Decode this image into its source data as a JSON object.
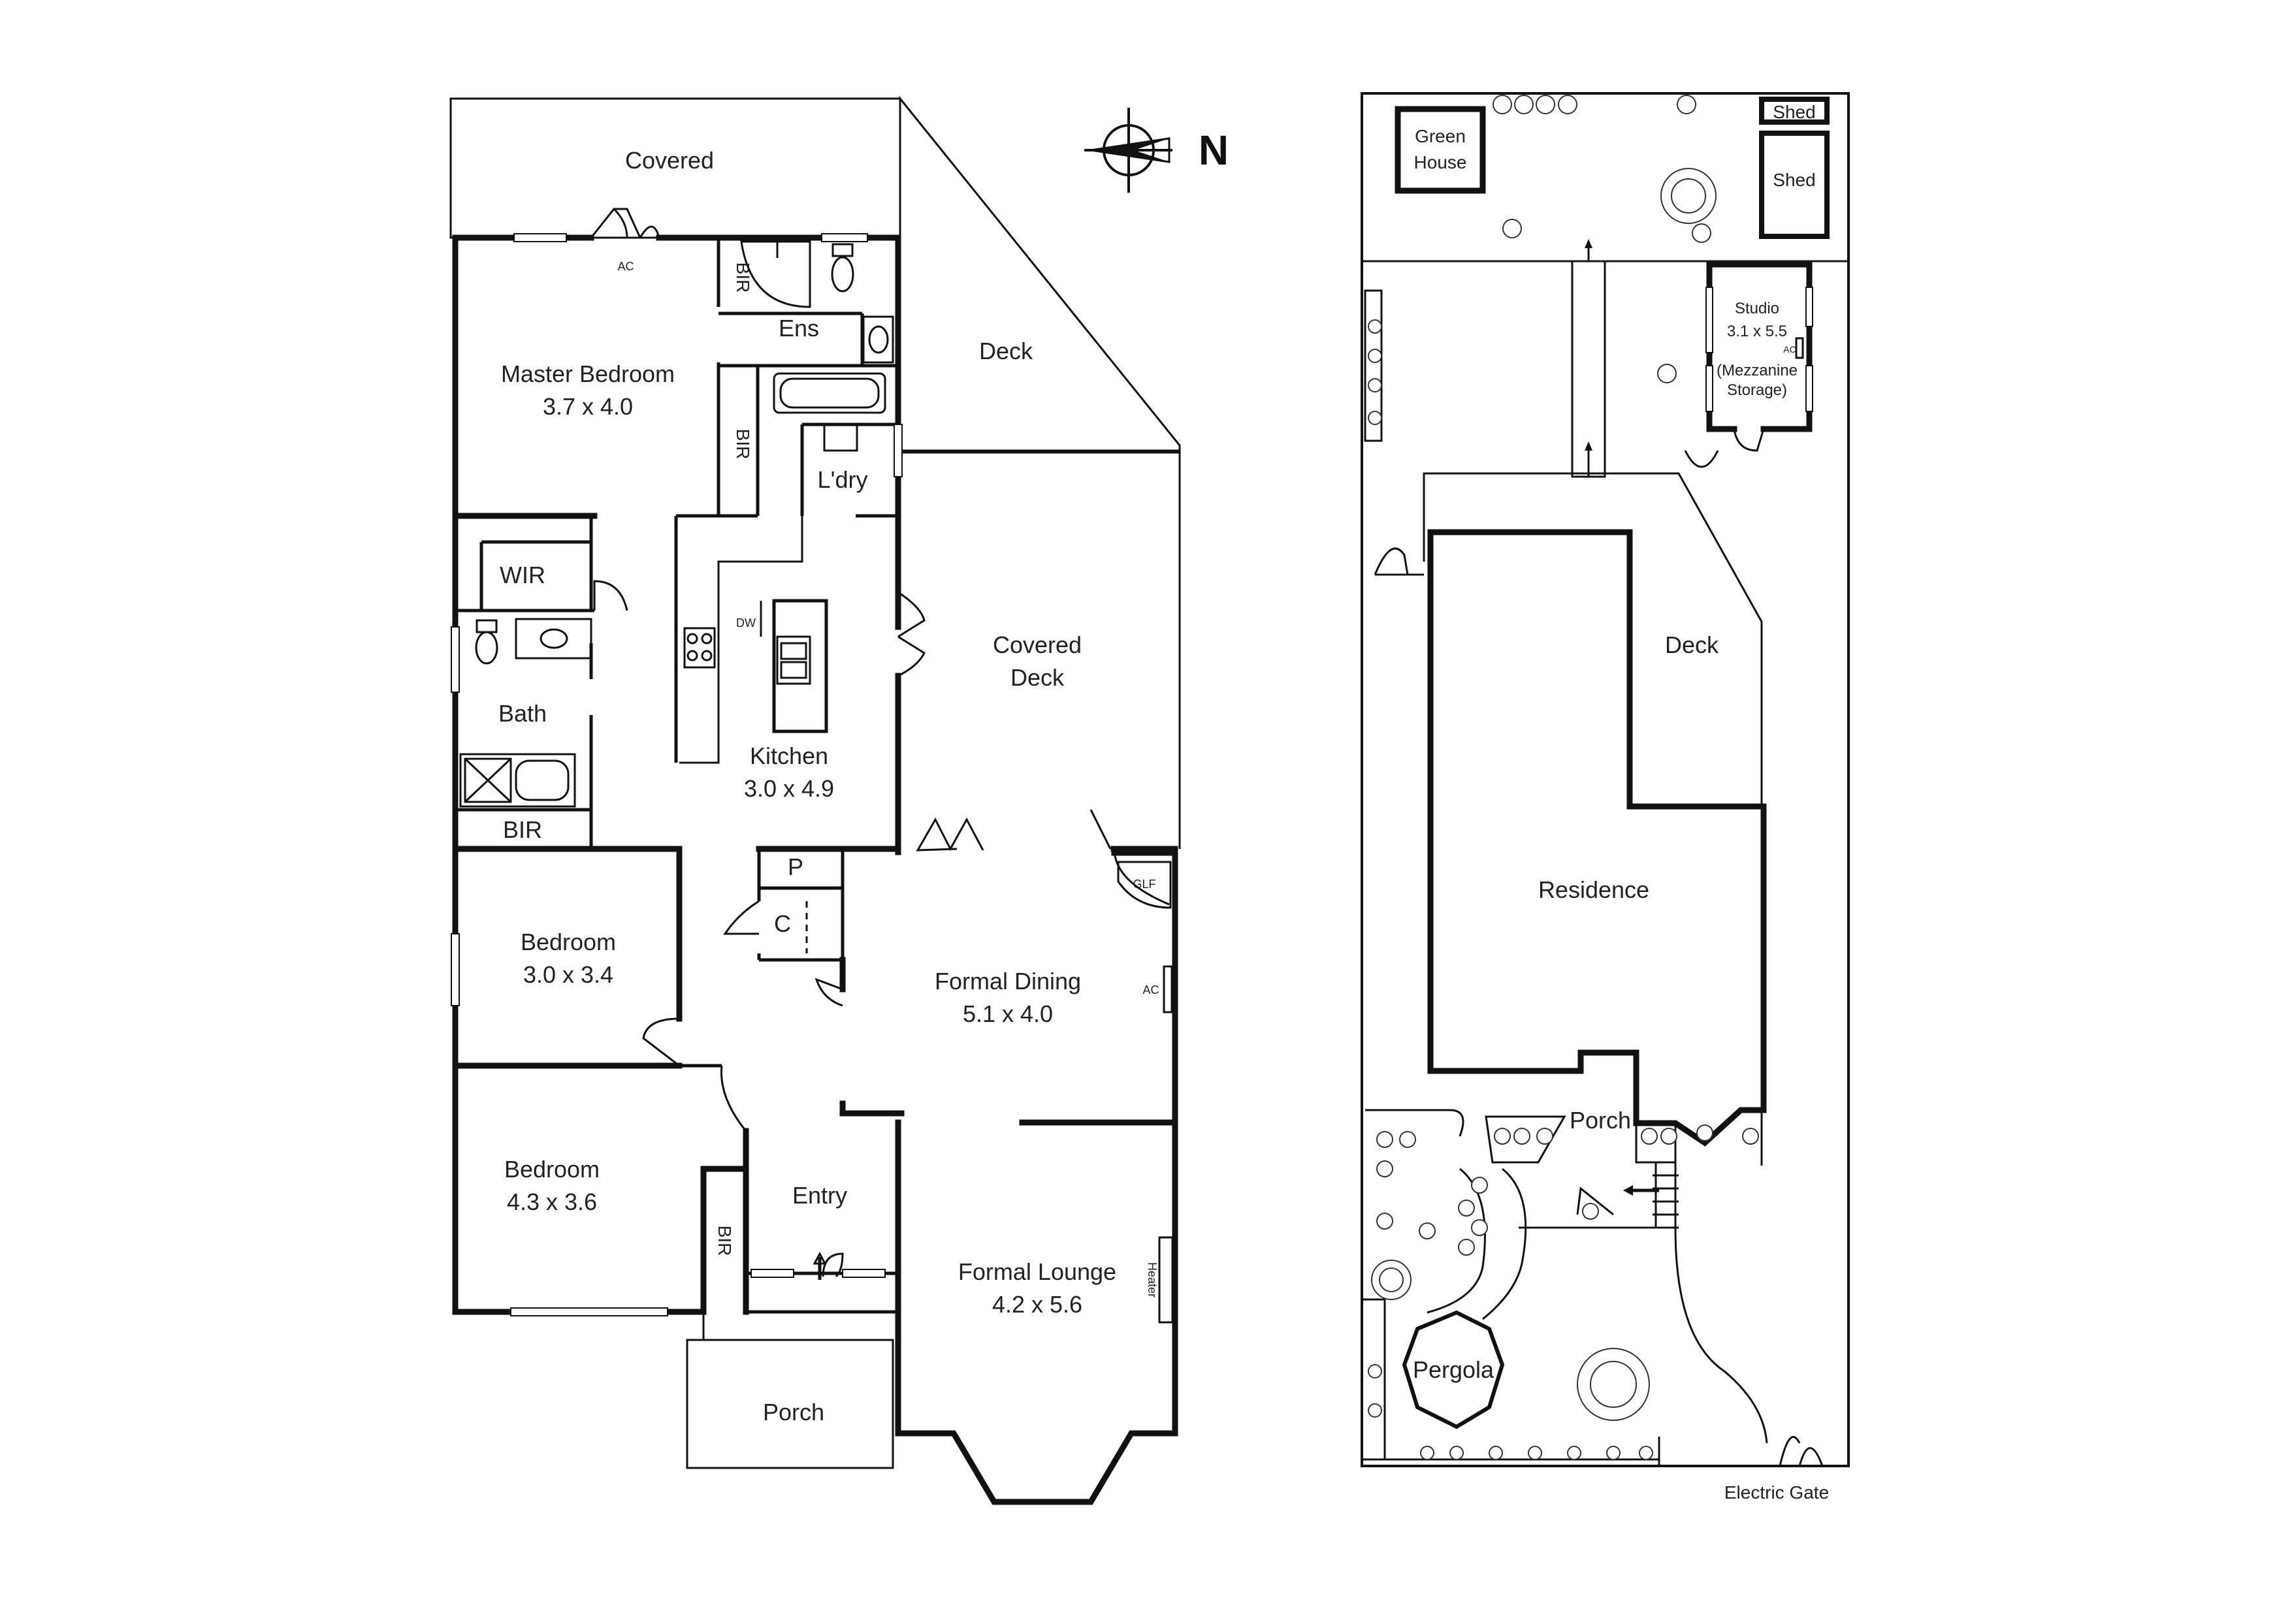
{
  "house_plan": {
    "rooms": {
      "covered": "Covered",
      "master_bedroom": "Master Bedroom",
      "master_bedroom_size": "3.7 x 4.0",
      "bir_top": "BIR",
      "ens": "Ens",
      "bir_master": "BIR",
      "laundry": "L'dry",
      "deck": "Deck",
      "wir": "WIR",
      "bath": "Bath",
      "bir_bath": "BIR",
      "kitchen": "Kitchen",
      "kitchen_size": "3.0 x 4.9",
      "dw": "DW",
      "covered_deck_line1": "Covered",
      "covered_deck_line2": "Deck",
      "pantry": "P",
      "cupboard": "C",
      "glf": "GLF",
      "bedroom2": "Bedroom",
      "bedroom2_size": "3.0 x 3.4",
      "formal_dining": "Formal Dining",
      "formal_dining_size": "5.1 x 4.0",
      "ac_dining": "AC",
      "ac_master": "AC",
      "bedroom3": "Bedroom",
      "bedroom3_size": "4.3 x 3.6",
      "bir_bed3": "BIR",
      "entry": "Entry",
      "formal_lounge": "Formal Lounge",
      "formal_lounge_size": "4.2 x 5.6",
      "heater": "Heater",
      "porch": "Porch"
    }
  },
  "compass": {
    "label": "N"
  },
  "site_plan": {
    "green_house_line1": "Green",
    "green_house_line2": "House",
    "shed_small": "Shed",
    "shed_large": "Shed",
    "studio": "Studio",
    "studio_size": "3.1 x 5.5",
    "studio_ac": "AC",
    "mezzanine_line1": "(Mezzanine",
    "mezzanine_line2": "Storage)",
    "deck": "Deck",
    "residence": "Residence",
    "porch": "Porch",
    "pergola": "Pergola",
    "electric_gate": "Electric Gate"
  }
}
